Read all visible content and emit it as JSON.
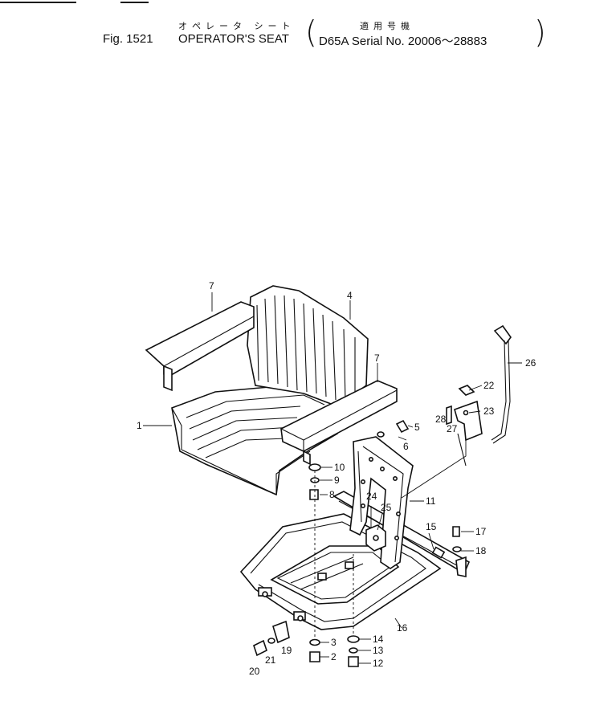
{
  "header": {
    "title_jp": "オペレータ シート",
    "applicable_jp": "適用号機",
    "fig_label": "Fig. 1521",
    "title_en": "OPERATOR'S SEAT",
    "serial_info": "D65A Serial No. 20006～28883"
  },
  "callouts": [
    "1",
    "2",
    "3",
    "4",
    "5",
    "6",
    "7",
    "7",
    "8",
    "9",
    "10",
    "11",
    "12",
    "13",
    "14",
    "15",
    "16",
    "17",
    "18",
    "19",
    "20",
    "21",
    "22",
    "23",
    "24",
    "25",
    "26",
    "27",
    "28"
  ],
  "parts": {
    "seat_cushion": "1",
    "bolt_2": "2",
    "washer_3": "3",
    "backrest": "4",
    "bolt_5": "5",
    "washer_6": "6",
    "armrest": "7",
    "bolt_8": "8",
    "washer_9": "9",
    "washer_10": "10",
    "frame": "11",
    "bolt_12": "12",
    "washer_13": "13",
    "washer_14": "14",
    "rail": "15",
    "base_plate": "16",
    "bolt_17": "17",
    "washer_18": "18",
    "bracket_19": "19",
    "bolt_20": "20",
    "washer_21": "21",
    "clip_22": "22",
    "bracket_23": "23",
    "pin_24": "24",
    "block_25": "25",
    "lever_26": "26",
    "bracket_27": "27",
    "pin_28": "28"
  }
}
